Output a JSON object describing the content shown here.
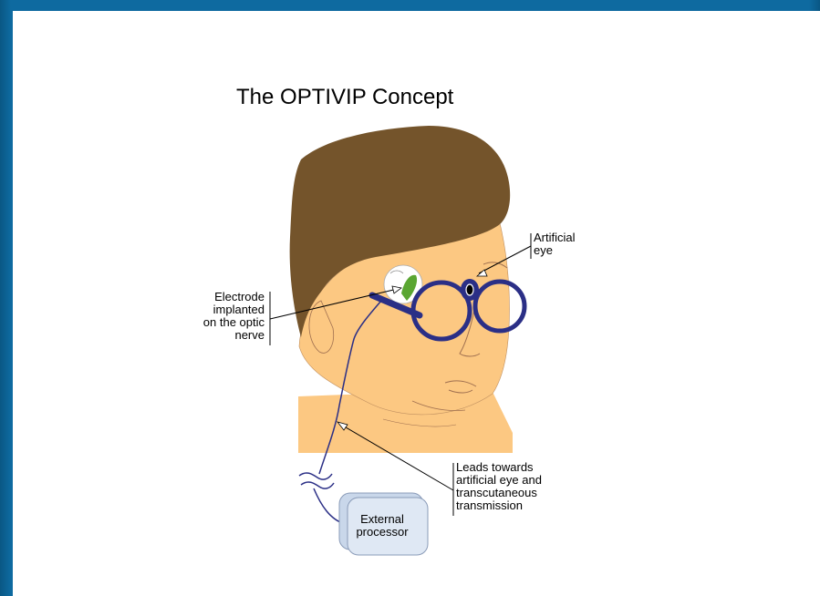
{
  "title": "The OPTIVIP Concept",
  "labels": {
    "electrode": "Electrode\nimplanted\non the optic\nnerve",
    "artificial_eye": "Artificial\neye",
    "leads": "Leads towards\nartificial eye and\ntranscutaneous\ntransmission",
    "processor": "External\nprocessor"
  },
  "colors": {
    "background": "#0e6aa0",
    "hair": "#74542b",
    "skin": "#fcc882",
    "glasses": "#2b2f86",
    "electrode_green": "#5aa632",
    "processor_fill": "#c9d7ea"
  }
}
